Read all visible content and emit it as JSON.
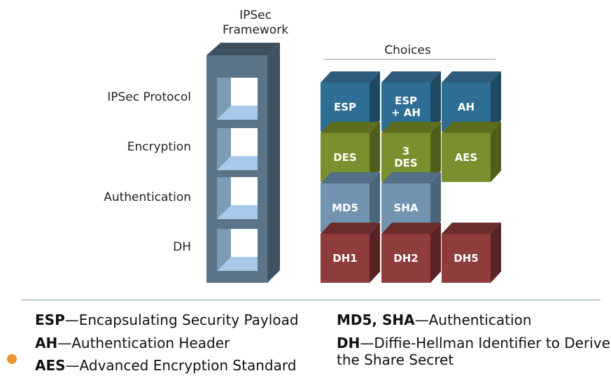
{
  "framework": {
    "title_line1": "IPSec",
    "title_line2": "Framework"
  },
  "rows": [
    {
      "label": "IPSec Protocol"
    },
    {
      "label": "Encryption"
    },
    {
      "label": "Authentication"
    },
    {
      "label": "DH"
    }
  ],
  "choices_label": "Choices",
  "cubes": {
    "esp": "ESP",
    "esp_ah_1": "ESP",
    "esp_ah_2": "+ AH",
    "ah": "AH",
    "des": "DES",
    "tdes_1": "3",
    "tdes_2": "DES",
    "aes": "AES",
    "md5": "MD5",
    "sha": "SHA",
    "dh1": "DH1",
    "dh2": "DH2",
    "dh5": "DH5"
  },
  "colors": {
    "protocol": "#2f6e94",
    "encryption": "#7a8f2d",
    "authentication": "#7394b0",
    "dh": "#8e3c3c",
    "bullet": "#f0932f"
  },
  "legend": {
    "esp_term": "ESP",
    "esp_def": "—Encapsulating Security Payload",
    "ah_term": "AH",
    "ah_def": "—Authentication Header",
    "aes_term": "AES",
    "aes_def": "—Advanced Encryption Standard",
    "md5sha_term": "MD5, SHA",
    "md5sha_def": "—Authentication",
    "dh_term": "DH",
    "dh_def_line1": "—Diffie-Hellman Identifier to Derive",
    "dh_def_line2": "the Share Secret"
  }
}
